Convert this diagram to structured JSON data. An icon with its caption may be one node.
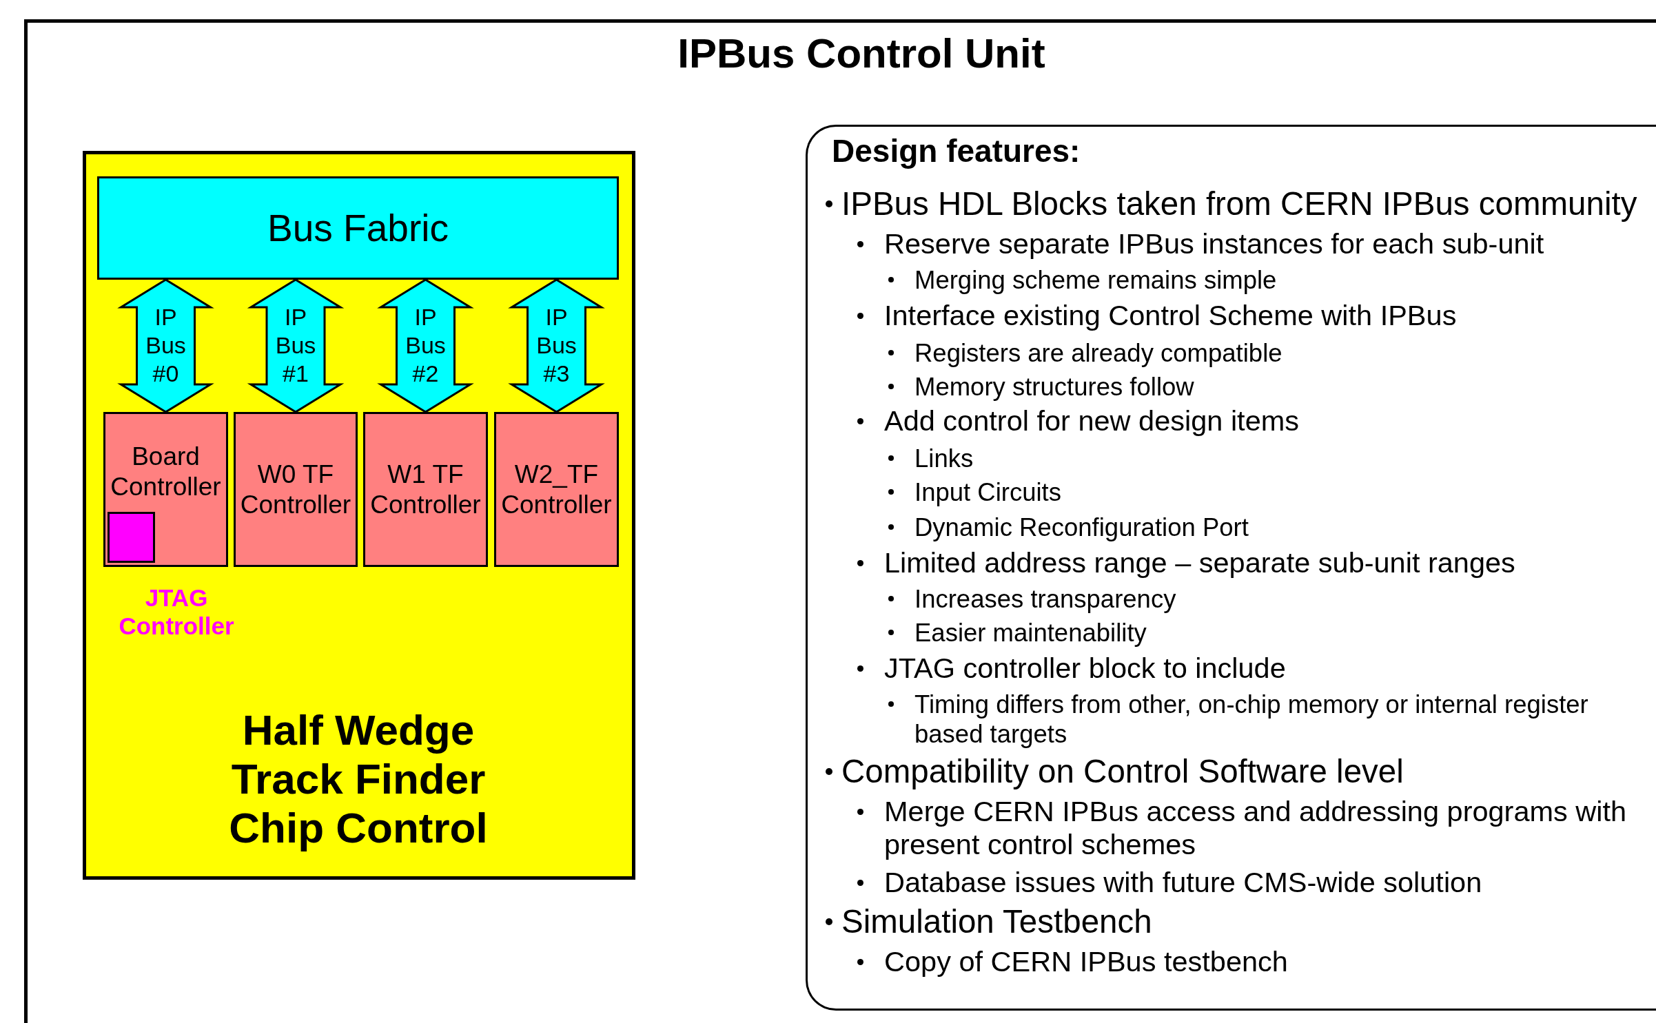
{
  "diagram": {
    "title": "IPBus Control Unit",
    "nodes": [
      {
        "text": [
          "Half Wedge Track Finder Chip Control"
        ]
      },
      {
        "text": [
          "Bus Fabric"
        ],
        "in": 0
      },
      {
        "text": [
          "Board Controller"
        ],
        "in": 0
      },
      {
        "text": [
          "W0 TF Controller"
        ],
        "in": 0
      },
      {
        "text": [
          "W1 TF Controller"
        ],
        "in": 0
      },
      {
        "text": [
          "W2_TF Controller"
        ],
        "in": 0
      },
      {
        "text": [
          "JTAG Controller"
        ],
        "in": 2
      },
      {
        "text": [
          "Design features:",
          "IPBus HDL Blocks taken from CERN IPBus community",
          "Reserve separate IPBus instances for each sub-unit",
          "Merging scheme remains simple",
          "Interface existing Control Scheme with IPBus",
          "Registers are already compatible",
          "Memory structures follow",
          "Add control for new design items",
          "Links",
          "Input Circuits",
          "Dynamic Reconfiguration Port",
          "Limited address range – separate sub-unit ranges",
          "Increases transparency",
          "Easier maintenability",
          "JTAG controller block to include",
          "Timing differs from other, on-chip memory or internal register based targets",
          "Compatibility on Control Software level",
          "Merge CERN IPBus access and addressing programs with present control schemes",
          "Database issues with future CMS-wide solution",
          "Simulation Testbench",
          "Copy of CERN IPBus testbench"
        ]
      }
    ],
    "edges": [
      {
        "from": 1,
        "to": 2,
        "arrow": "both",
        "label": "IP Bus #0"
      },
      {
        "from": 1,
        "to": 3,
        "arrow": "both",
        "label": "IP Bus #1"
      },
      {
        "from": 1,
        "to": 4,
        "arrow": "both",
        "label": "IP Bus #2"
      },
      {
        "from": 1,
        "to": 5,
        "arrow": "both",
        "label": "IP Bus #3"
      }
    ]
  }
}
